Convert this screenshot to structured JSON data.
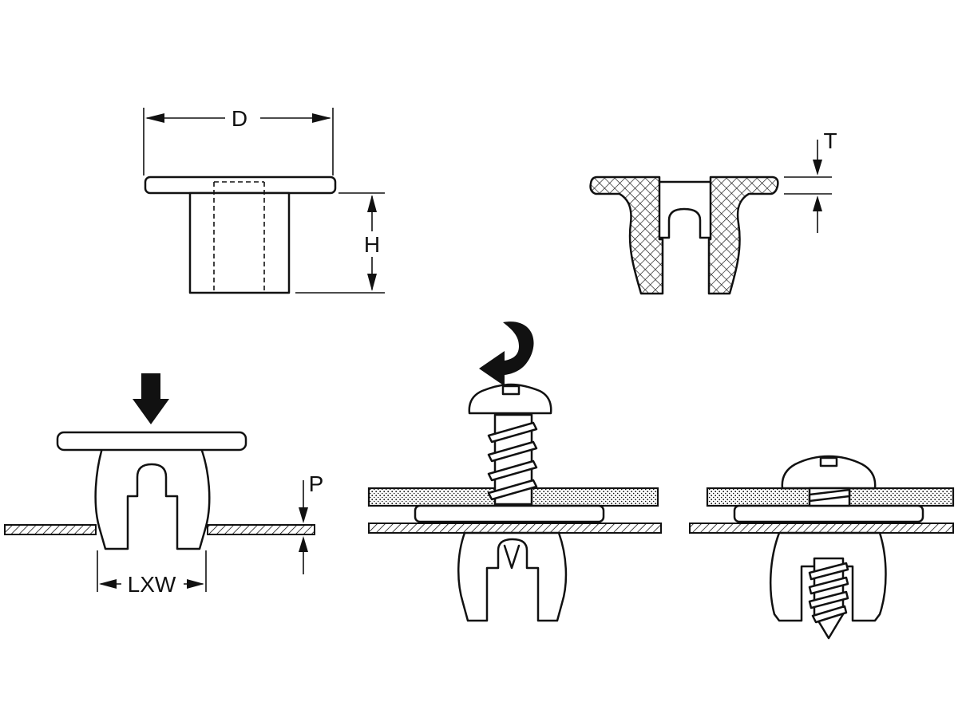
{
  "labels": {
    "diameter": "D",
    "height": "H",
    "thickness": "T",
    "panel_thickness": "P",
    "hole_size": "LXW"
  }
}
